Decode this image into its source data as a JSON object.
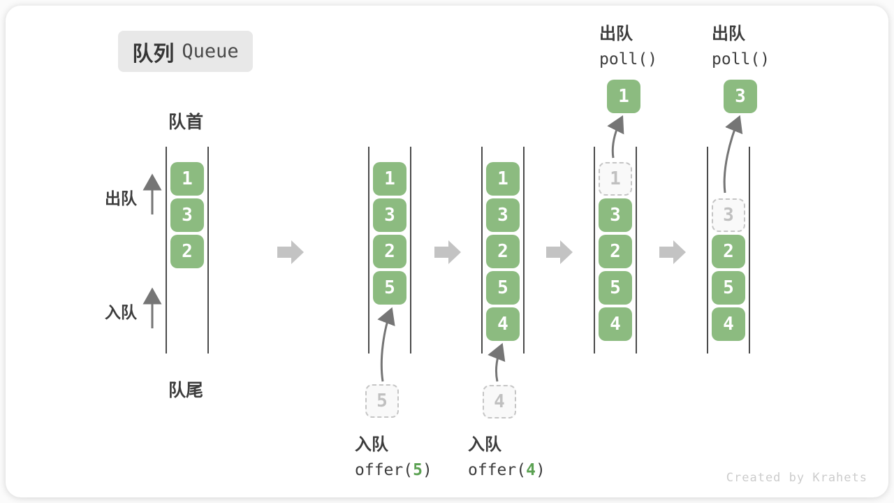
{
  "title_badge": {
    "zh": "队列",
    "en": "Queue"
  },
  "labels": {
    "front": "队首",
    "rear": "队尾",
    "dequeue": "出队",
    "enqueue": "入队"
  },
  "watermark": "Created by Krahets",
  "colors": {
    "box_green": "#8cbb80",
    "code_highlight_green": "#5ba152",
    "transition_arrow_gray": "#c3c3c3",
    "flow_arrow_gray": "#757575",
    "text_dark": "#3c3c3c",
    "badge_bg": "#e8e8e8",
    "watermark_gray": "#cccccc"
  },
  "states": [
    {
      "name": "initial",
      "slots": [
        {
          "value": "1",
          "kind": "solid"
        },
        {
          "value": "3",
          "kind": "solid"
        },
        {
          "value": "2",
          "kind": "solid"
        }
      ]
    },
    {
      "name": "after-offer-5",
      "incoming_value": "5",
      "op": {
        "action": "入队",
        "code_pre": "offer(",
        "code_arg": "5",
        "code_post": ")"
      },
      "slots": [
        {
          "value": "1",
          "kind": "solid"
        },
        {
          "value": "3",
          "kind": "solid"
        },
        {
          "value": "2",
          "kind": "solid"
        },
        {
          "value": "5",
          "kind": "solid"
        }
      ]
    },
    {
      "name": "after-offer-4",
      "incoming_value": "4",
      "op": {
        "action": "入队",
        "code_pre": "offer(",
        "code_arg": "4",
        "code_post": ")"
      },
      "slots": [
        {
          "value": "1",
          "kind": "solid"
        },
        {
          "value": "3",
          "kind": "solid"
        },
        {
          "value": "2",
          "kind": "solid"
        },
        {
          "value": "5",
          "kind": "solid"
        },
        {
          "value": "4",
          "kind": "solid"
        }
      ]
    },
    {
      "name": "after-poll-1",
      "outgoing_value": "1",
      "op": {
        "action": "出队",
        "code_pre": "poll()",
        "code_arg": "",
        "code_post": ""
      },
      "slots": [
        {
          "value": "1",
          "kind": "dashed"
        },
        {
          "value": "3",
          "kind": "solid"
        },
        {
          "value": "2",
          "kind": "solid"
        },
        {
          "value": "5",
          "kind": "solid"
        },
        {
          "value": "4",
          "kind": "solid"
        }
      ]
    },
    {
      "name": "after-poll-3",
      "outgoing_value": "3",
      "op": {
        "action": "出队",
        "code_pre": "poll()",
        "code_arg": "",
        "code_post": ""
      },
      "slots": [
        {
          "value": "",
          "kind": "empty"
        },
        {
          "value": "3",
          "kind": "dashed"
        },
        {
          "value": "2",
          "kind": "solid"
        },
        {
          "value": "5",
          "kind": "solid"
        },
        {
          "value": "4",
          "kind": "solid"
        }
      ]
    }
  ]
}
